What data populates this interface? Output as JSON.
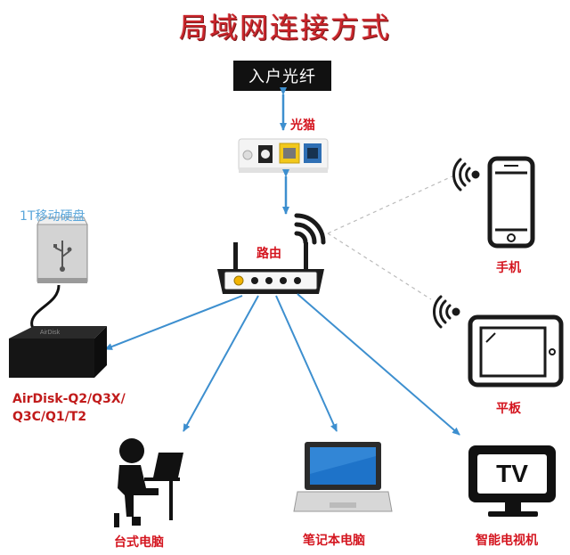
{
  "title": "局域网连接方式",
  "fiber": {
    "label": "入户光纤"
  },
  "modem": {
    "label": "光猫"
  },
  "router": {
    "label": "路由"
  },
  "disk": {
    "label": "1T移动硬盘"
  },
  "airdisk": {
    "line1": "AirDisk-Q2/Q3X/",
    "line2": "Q3C/Q1/T2",
    "brand": "AirDisk"
  },
  "phone": {
    "label": "手机"
  },
  "tablet": {
    "label": "平板"
  },
  "desktop": {
    "label": "台式电脑"
  },
  "laptop": {
    "label": "笔记本电脑"
  },
  "tv": {
    "label": "智能电视机",
    "screen_text": "TV"
  },
  "colors": {
    "title": "#c9252b",
    "red_label": "#d4151f",
    "blue_label": "#5aa6da",
    "arrow": "#3d8fcf",
    "wifi_dash": "#bbbbbb"
  }
}
